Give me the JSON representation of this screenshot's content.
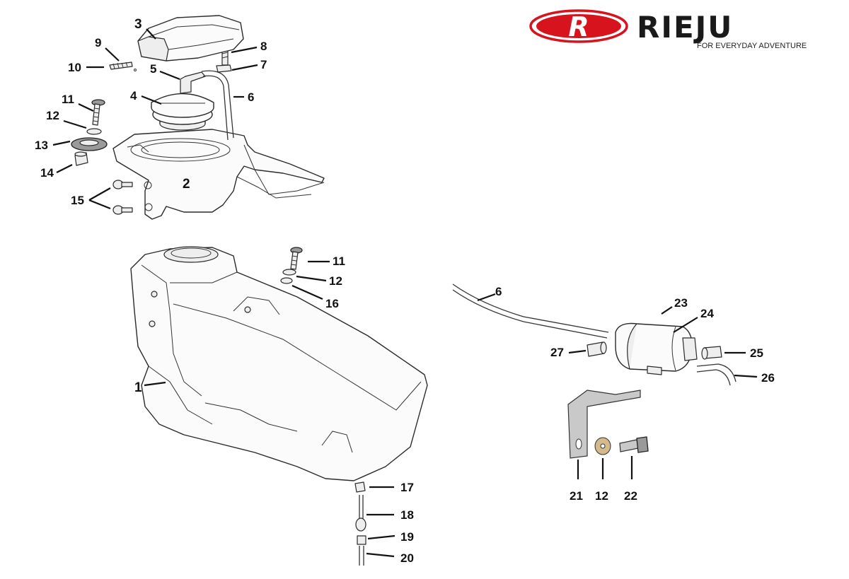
{
  "brand": {
    "name": "RIEJU",
    "tagline": "FOR EVERYDAY ADVENTURE",
    "emblem_letter": "R",
    "color": "#d7141e"
  },
  "diagram": {
    "callouts": {
      "c1": "1",
      "c2": "2",
      "c3": "3",
      "c4": "4",
      "c5": "5",
      "c6a": "6",
      "c6b": "6",
      "c7": "7",
      "c8": "8",
      "c9": "9",
      "c10": "10",
      "c11a": "11",
      "c11b": "11",
      "c12a": "12",
      "c12b": "12",
      "c12c": "12",
      "c13": "13",
      "c14": "14",
      "c15": "15",
      "c16": "16",
      "c17": "17",
      "c18": "18",
      "c19": "19",
      "c20": "20",
      "c21": "21",
      "c22": "22",
      "c23": "23",
      "c24": "24",
      "c25": "25",
      "c26": "26",
      "c27": "27"
    }
  }
}
